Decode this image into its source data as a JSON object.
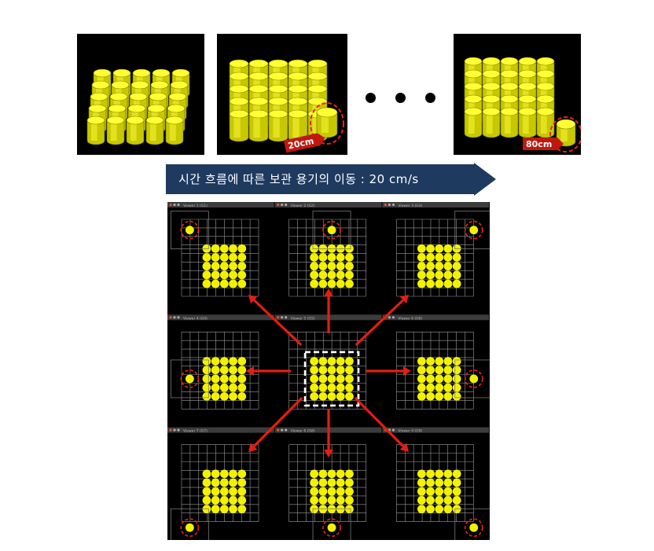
{
  "top_panels": [
    {
      "id": "panel-initial"
    },
    {
      "id": "panel-20cm",
      "distance_label": "20cm"
    },
    {
      "id": "panel-80cm",
      "distance_label": "80cm"
    }
  ],
  "ellipsis": "• • •",
  "banner": {
    "text": "시간 흐름에 따른 보관 용기의 이동 : 20 cm/s",
    "color": "#1f3a5f"
  },
  "grid_views": {
    "tile_titles": [
      "Viewer 1 (G1)",
      "Viewer 2 (G2)",
      "Viewer 3 (G3)",
      "Viewer 4 (G4)",
      "Viewer 5 (G5)",
      "Viewer 6 (G6)",
      "Viewer 7 (G7)",
      "Viewer 8 (G8)",
      "Viewer 9 (G9)"
    ],
    "directions": [
      "up-left",
      "up",
      "up-right",
      "left",
      "center",
      "right",
      "down-left",
      "down",
      "down-right"
    ]
  },
  "colors": {
    "cylinder": "#f2f200",
    "highlight": "#e8261a",
    "arrow": "#e31e12"
  }
}
